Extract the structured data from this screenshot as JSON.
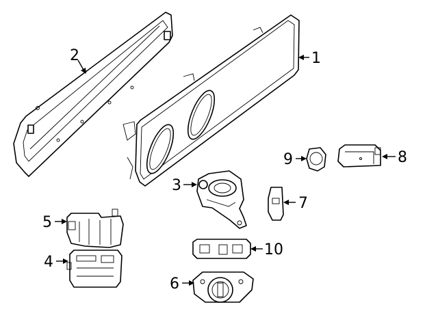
{
  "diagram": {
    "callouts": [
      {
        "number": "1"
      },
      {
        "number": "2"
      },
      {
        "number": "3"
      },
      {
        "number": "4"
      },
      {
        "number": "5"
      },
      {
        "number": "6"
      },
      {
        "number": "7"
      },
      {
        "number": "8"
      },
      {
        "number": "9"
      },
      {
        "number": "10"
      }
    ],
    "colors": {
      "line": "#000000",
      "background": "#ffffff"
    }
  }
}
